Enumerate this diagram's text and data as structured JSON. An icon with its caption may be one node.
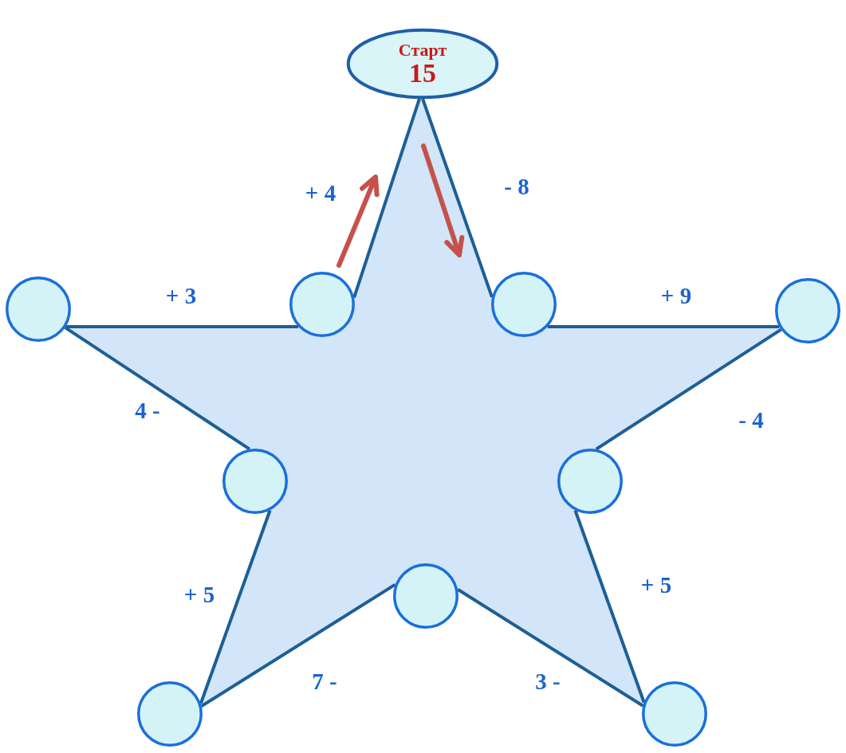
{
  "diagram": {
    "nodes": [
      {
        "text": [
          "Старт",
          "15"
        ]
      },
      {
        "text": [],
        "shape": "circle"
      },
      {
        "text": [],
        "shape": "circle"
      },
      {
        "text": [],
        "shape": "circle"
      },
      {
        "text": [],
        "shape": "circle"
      },
      {
        "text": [],
        "shape": "circle"
      },
      {
        "text": [],
        "shape": "circle"
      },
      {
        "text": [],
        "shape": "circle"
      },
      {
        "text": [],
        "shape": "circle"
      },
      {
        "text": [],
        "shape": "circle"
      }
    ],
    "edges": [
      {
        "from": 0,
        "to": 3,
        "arrow": "none",
        "label": "- 8"
      },
      {
        "from": 3,
        "to": 4,
        "arrow": "none",
        "label": "+ 9"
      },
      {
        "from": 4,
        "to": 6,
        "arrow": "none",
        "label": "- 4"
      },
      {
        "from": 6,
        "to": 9,
        "arrow": "none",
        "label": "+ 5"
      },
      {
        "from": 9,
        "to": 7,
        "arrow": "none",
        "label": "3 -"
      },
      {
        "from": 7,
        "to": 8,
        "arrow": "none",
        "label": "7 -"
      },
      {
        "from": 8,
        "to": 5,
        "arrow": "none",
        "label": "+ 5"
      },
      {
        "from": 5,
        "to": 1,
        "arrow": "none",
        "label": "4 -"
      },
      {
        "from": 1,
        "to": 2,
        "arrow": "none",
        "label": "+ 3"
      },
      {
        "from": 2,
        "to": 0,
        "arrow": "none",
        "label": "+ 4"
      }
    ]
  }
}
